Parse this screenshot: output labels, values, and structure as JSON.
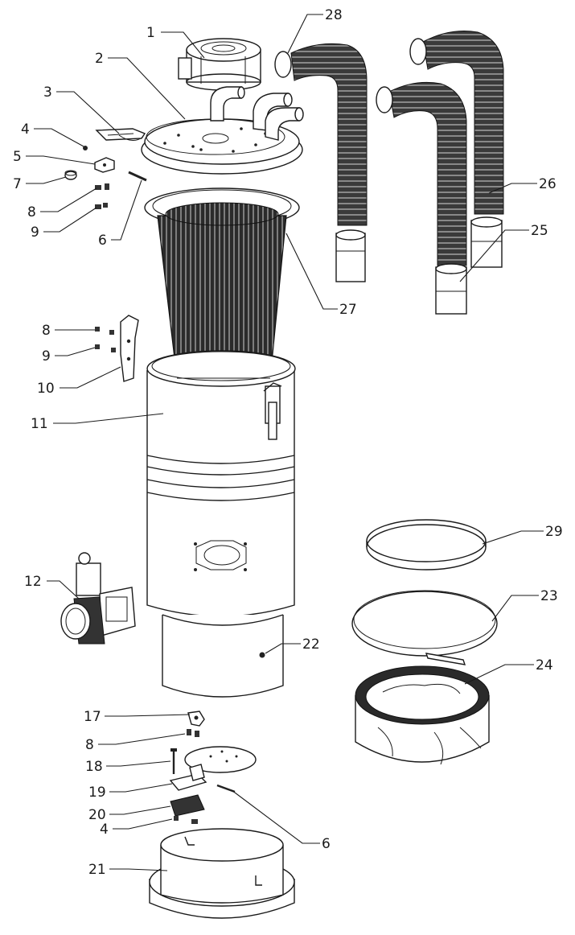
{
  "callouts": {
    "c1": "1",
    "c2": "2",
    "c3": "3",
    "c4a": "4",
    "c5": "5",
    "c6a": "6",
    "c7": "7",
    "c8a": "8",
    "c9a": "9",
    "c8b": "8",
    "c9b": "9",
    "c10": "10",
    "c11": "11",
    "c12": "12",
    "c17": "17",
    "c8c": "8",
    "c18": "18",
    "c19": "19",
    "c20": "20",
    "c4b": "4",
    "c6b": "6",
    "c21": "21",
    "c22": "22",
    "c23": "23",
    "c24": "24",
    "c25": "25",
    "c26": "26",
    "c27": "27",
    "c28": "28",
    "c29": "29"
  }
}
